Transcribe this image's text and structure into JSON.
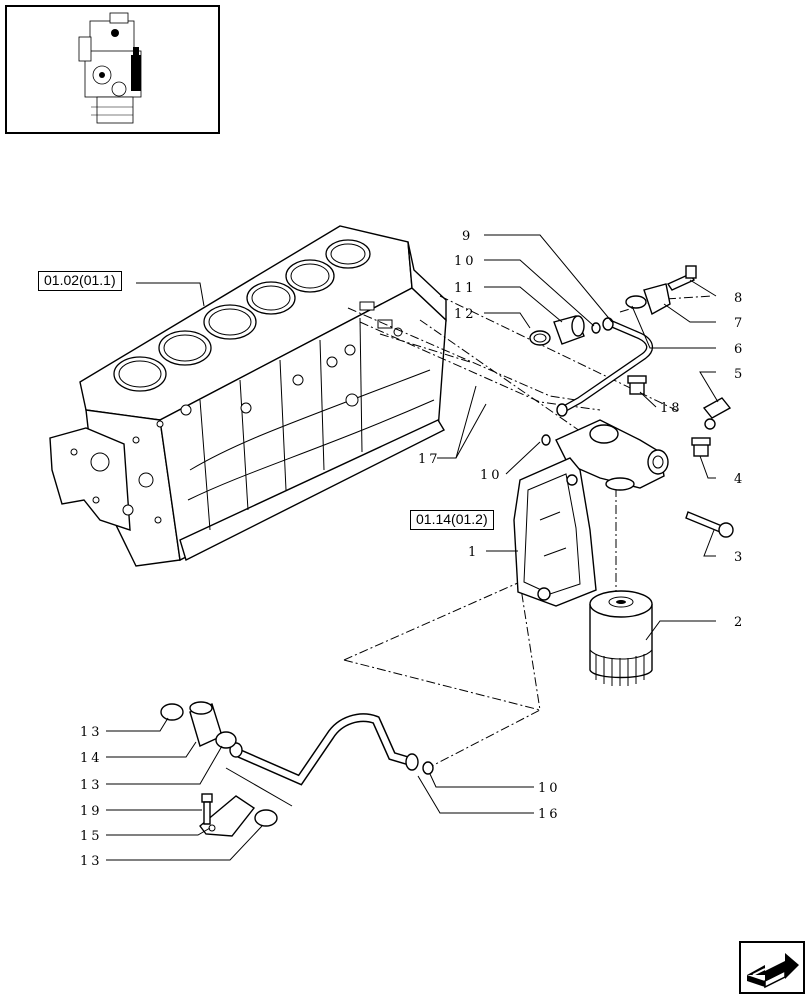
{
  "references": {
    "cylinder_block": "01.02(01.1)",
    "oil_cooler": "01.14(01.2)"
  },
  "callouts": {
    "c1": "1",
    "c2": "2",
    "c3": "3",
    "c4": "4",
    "c5": "5",
    "c6": "6",
    "c7": "7",
    "c8": "8",
    "c9": "9",
    "c10a": "10",
    "c10b": "10",
    "c10c": "10",
    "c11": "11",
    "c12": "12",
    "c13a": "13",
    "c13b": "13",
    "c13c": "13",
    "c14": "14",
    "c15": "15",
    "c16": "16",
    "c17": "17",
    "c18": "18",
    "c19": "19"
  },
  "icons": {
    "thumbnail": "engine-thumbnail-icon",
    "navigation": "next-page-arrow-icon"
  }
}
